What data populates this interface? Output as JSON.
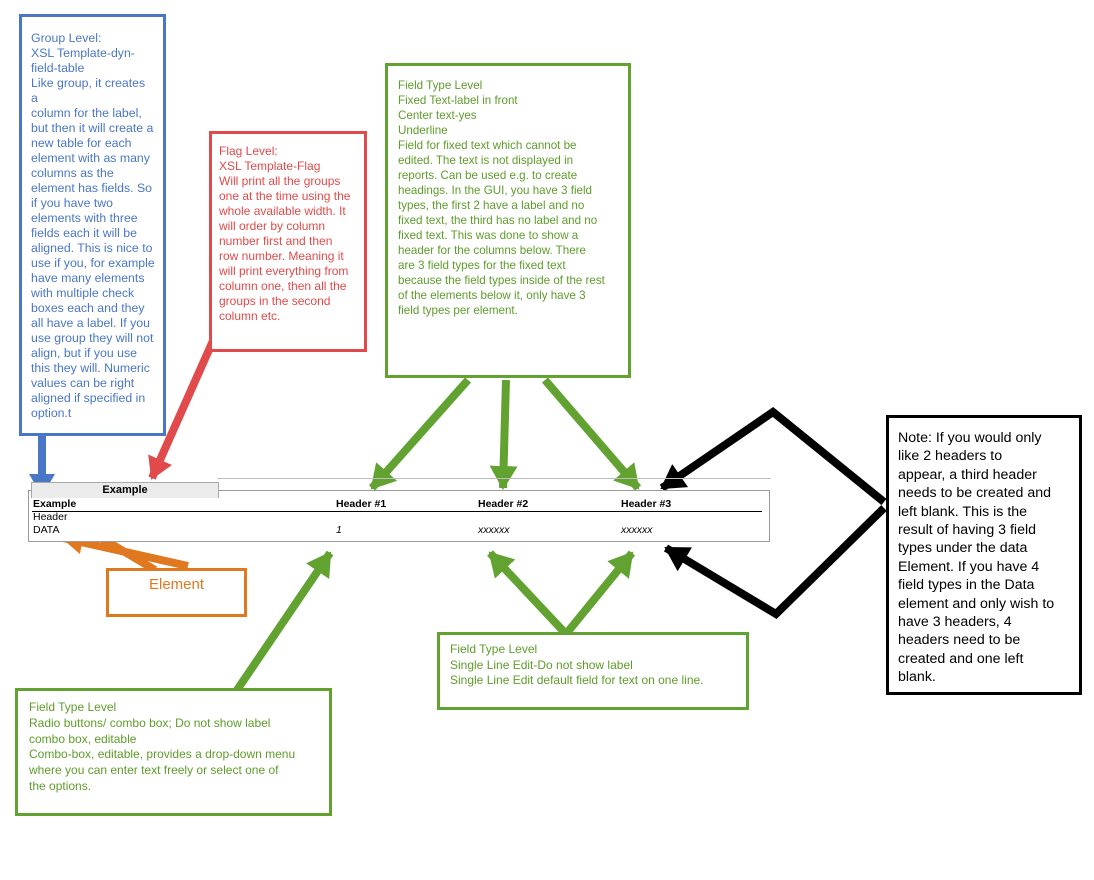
{
  "group_box": {
    "lines": [
      "Group Level:",
      "XSL Template-dyn-",
      "field-table",
      "Like group, it creates a",
      "column for the label,",
      "but then it will create a",
      "new table for each",
      "element with as many",
      "columns as the",
      "element has fields. So",
      "if you have two",
      "elements with three",
      "fields each it will be",
      "aligned. This is nice to",
      "use if you, for example",
      "have many elements",
      "with multiple check",
      "boxes each and they",
      "all have a label. If you",
      "use group they will not",
      "align, but if you use",
      "this they will. Numeric",
      "values can be right",
      "aligned if specified in",
      "option.t"
    ],
    "color": "#4a76c7"
  },
  "flag_box": {
    "lines": [
      "Flag Level:",
      "XSL Template-Flag",
      "Will print all the groups",
      "one at the time using the",
      "whole available width. It",
      "will order by column",
      "number first and then",
      "row number. Meaning it",
      "will print everything from",
      "column one, then all the",
      "groups in the second",
      "column etc."
    ],
    "color": "#e04a4a"
  },
  "field_type_top": {
    "lines": [
      "Field Type Level",
      "Fixed Text-label in front",
      "Center text-yes",
      "Underline",
      "Field for fixed text which cannot be",
      "edited. The text is not displayed in",
      "reports. Can be used e.g. to create",
      "headings. In the GUI, you have 3 field",
      "types, the first 2 have a label and no",
      "fixed text, the third has no label and no",
      "fixed text. This was done to show a",
      "header for the columns below. There",
      "are 3 field types for the fixed text",
      "because the field types inside of the rest",
      "of the elements below it, only have 3",
      "field types per element."
    ],
    "color": "#5f9c2b"
  },
  "note_box": {
    "lines": [
      "Note: If you would only",
      "like 2 headers to",
      "appear, a third header",
      "needs to be created and",
      "left blank. This is the",
      "result of having 3 field",
      "types under the data",
      "Element. If you have 4",
      "field types in the Data",
      "element and only wish to",
      "have 3 headers, 4",
      "headers need to be",
      "created and one left",
      "blank."
    ]
  },
  "element_box": {
    "label": "Element",
    "color": "#e07820"
  },
  "field_type_mid": {
    "lines": [
      "Field Type Level",
      "Single Line Edit-Do not show label",
      "Single Line Edit default field for text on one line."
    ]
  },
  "field_type_bottom": {
    "lines": [
      "Field Type Level",
      "Radio buttons/ combo box; Do not show label",
      "combo box, editable",
      "Combo-box, editable, provides a drop-down menu",
      "where you can enter text freely or select one of",
      "the options."
    ]
  },
  "example": {
    "tab_label": "Example",
    "row_header_label": "Example",
    "headers": [
      "Header #1",
      "Header #2",
      "Header #3"
    ],
    "row1_label": "Header",
    "row2_label": "DATA",
    "row2_values": [
      "1",
      "xxxxxx",
      "xxxxxx"
    ]
  },
  "colors": {
    "blue": "#4a76c7",
    "red": "#e04a4a",
    "green": "#62a230",
    "orange": "#e07820",
    "black": "#000000"
  }
}
